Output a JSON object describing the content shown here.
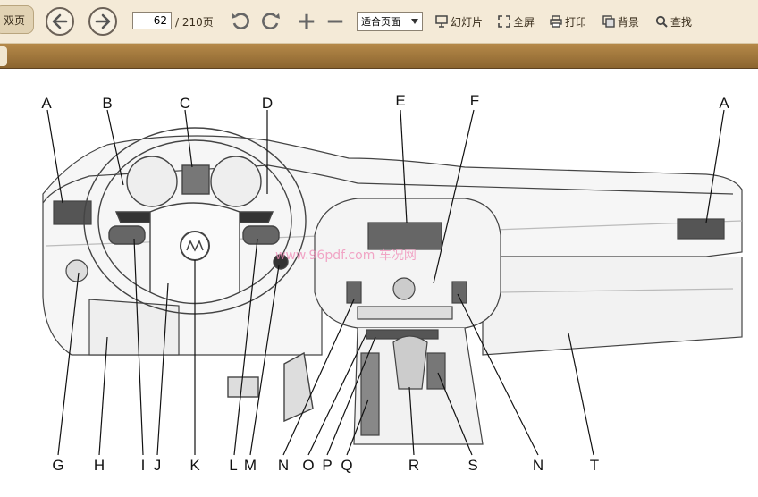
{
  "toolbar": {
    "dual_page_label": "双页",
    "current_page": "62",
    "page_total": "/ 210页",
    "zoom_value": "适合页面",
    "slideshow_label": "幻灯片",
    "fullscreen_label": "全屏",
    "print_label": "打印",
    "background_label": "背景",
    "find_label": "查找"
  },
  "diagram": {
    "watermark": "www.96pdf.com 车况网",
    "top_callouts": [
      "A",
      "B",
      "C",
      "D",
      "E",
      "F",
      "A"
    ],
    "bottom_callouts": [
      "G",
      "H",
      "I",
      "J",
      "K",
      "L",
      "M",
      "N",
      "O",
      "P",
      "Q",
      "R",
      "S",
      "N",
      "T"
    ]
  }
}
